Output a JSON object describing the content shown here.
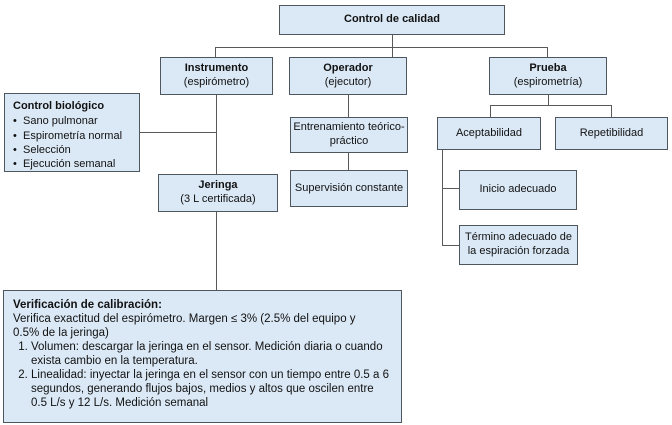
{
  "diagram": {
    "root": {
      "label": "Control de calidad"
    },
    "instrumento": {
      "title": "Instrumento",
      "subtitle": "(espirómetro)"
    },
    "operador": {
      "title": "Operador",
      "subtitle": "(ejecutor)"
    },
    "prueba": {
      "title": "Prueba",
      "subtitle": "(espirometría)"
    },
    "control_biologico": {
      "title": "Control biológico",
      "items": [
        "Sano pulmonar",
        "Espirometría normal",
        "Selección",
        "Ejecución semanal"
      ]
    },
    "jeringa": {
      "title": "Jeringa",
      "subtitle": "(3 L certificada)"
    },
    "entrenamiento": {
      "label": "Entrenamiento teórico-práctico"
    },
    "supervision": {
      "label": "Supervisión constante"
    },
    "aceptabilidad": {
      "label": "Aceptabilidad"
    },
    "repetibilidad": {
      "label": "Repetibilidad"
    },
    "inicio": {
      "label": "Inicio adecuado"
    },
    "termino": {
      "label": "Término adecuado de la espiración forzada"
    },
    "verificacion": {
      "title": "Verificación de calibración:",
      "intro": "Verifica exactitud del espirómetro. Margen ≤ 3% (2.5% del equipo y 0.5% de la jeringa)",
      "items": [
        "Volumen: descargar la jeringa en el sensor. Medición diaria o cuando exista cambio en la temperatura.",
        "Linealidad: inyectar la jeringa en el sensor con un tiempo entre 0.5 a 6 segundos, generando flujos bajos, medios y altos que oscilen entre 0.5 L/s y 12 L/s. Medición semanal"
      ]
    },
    "colors": {
      "box_fill": "#dbe9f6",
      "box_border": "#4e565e",
      "line": "#595959"
    }
  }
}
